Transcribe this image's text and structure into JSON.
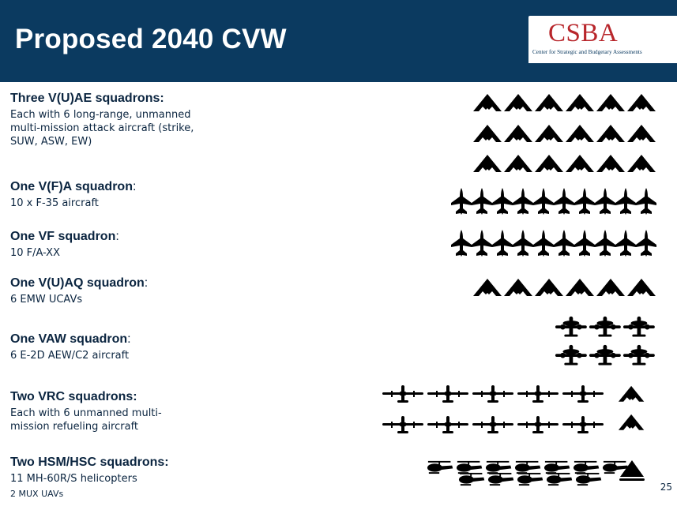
{
  "slide": {
    "title": "Proposed 2040 CVW",
    "page_number": "25"
  },
  "logo": {
    "mark": "CSBA",
    "subtitle": "Center for Strategic and Budgetary Assessments"
  },
  "sections": {
    "vuae": {
      "heading": "Three V(U)AE squadrons:",
      "description": "Each with 6 long-range, unmanned multi-mission attack aircraft (strike, SUW, ASW, EW)"
    },
    "vfa": {
      "heading_main": "One V(F)A squadron",
      "heading_suffix": ":",
      "description": "10 x F-35 aircraft"
    },
    "vf": {
      "heading_main": "One VF squadron",
      "heading_suffix": ":",
      "description": "10 F/A-XX"
    },
    "vuaq": {
      "heading_main": "One V(U)AQ squadron",
      "heading_suffix": ":",
      "description": "6 EMW UCAVs"
    },
    "vaw": {
      "heading_main": "One VAW squadron",
      "heading_suffix": ":",
      "description": "6 E-2D AEW/C2 aircraft"
    },
    "vrc": {
      "heading": "Two VRC squadrons:",
      "description": "Each with 6 unmanned multi-mission refueling aircraft"
    },
    "hsm": {
      "heading": "Two HSM/HSC squadrons:",
      "description": "11 MH-60R/S helicopters",
      "note": "2 MUX UAVs"
    }
  },
  "icons": {
    "color": "#000000",
    "types": [
      "flying-wing-ucav-icon",
      "fighter-jet-icon",
      "e2d-aircraft-icon",
      "refueling-aircraft-icon",
      "helicopter-icon",
      "mux-uav-icon"
    ]
  },
  "colors": {
    "header_background": "#0b3a60",
    "logo_red": "#b8262b",
    "text_dark": "#0b2540"
  }
}
